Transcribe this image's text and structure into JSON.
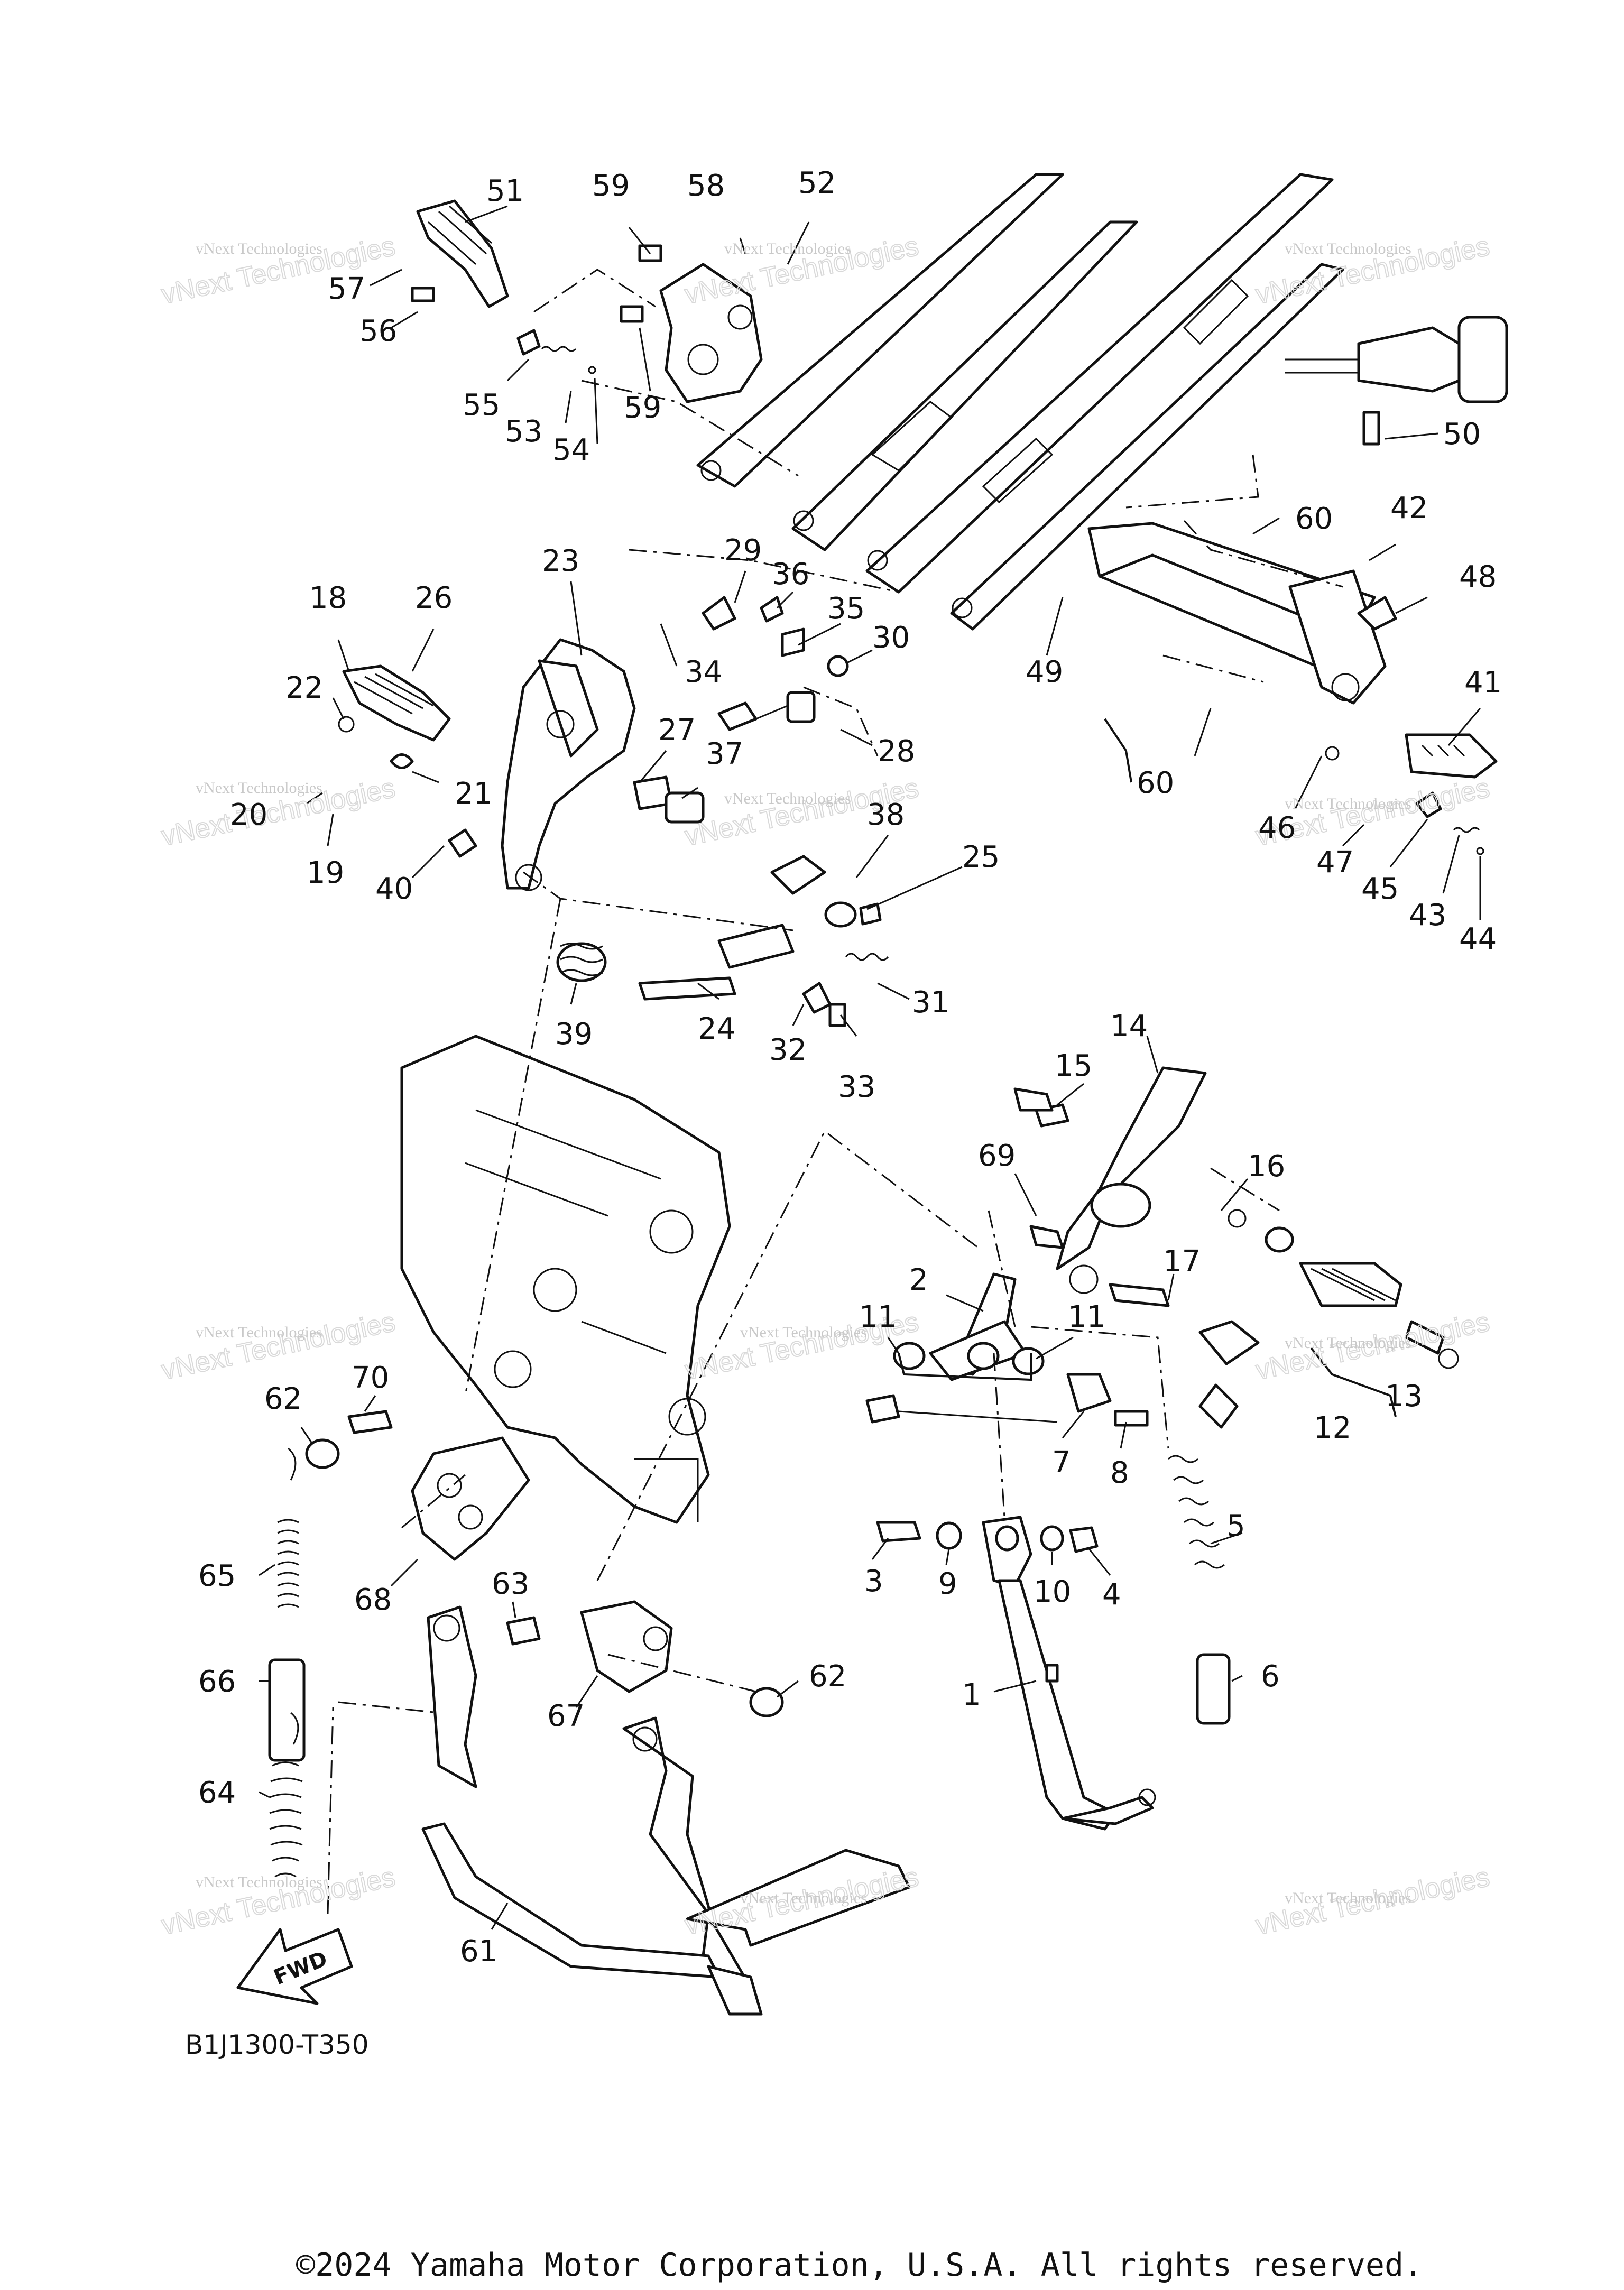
{
  "diagram": {
    "code": "B1J1300-T350",
    "fwd_label": "FWD",
    "watermark_small": "vNext Technologies",
    "watermark_large": "vNext Technologies",
    "copyright": "©2024 Yamaha Motor Corporation, U.S.A. All rights reserved.",
    "callouts": [
      {
        "id": "c51",
        "text": "51"
      },
      {
        "id": "c59a",
        "text": "59"
      },
      {
        "id": "c58",
        "text": "58"
      },
      {
        "id": "c52",
        "text": "52"
      },
      {
        "id": "c57",
        "text": "57"
      },
      {
        "id": "c56",
        "text": "56"
      },
      {
        "id": "c55",
        "text": "55"
      },
      {
        "id": "c53",
        "text": "53"
      },
      {
        "id": "c54",
        "text": "54"
      },
      {
        "id": "c59b",
        "text": "59"
      },
      {
        "id": "c50",
        "text": "50"
      },
      {
        "id": "c60a",
        "text": "60"
      },
      {
        "id": "c42",
        "text": "42"
      },
      {
        "id": "c48",
        "text": "48"
      },
      {
        "id": "c49",
        "text": "49"
      },
      {
        "id": "c60b",
        "text": "60"
      },
      {
        "id": "c41",
        "text": "41"
      },
      {
        "id": "c46",
        "text": "46"
      },
      {
        "id": "c47",
        "text": "47"
      },
      {
        "id": "c45",
        "text": "45"
      },
      {
        "id": "c43",
        "text": "43"
      },
      {
        "id": "c44",
        "text": "44"
      },
      {
        "id": "c23",
        "text": "23"
      },
      {
        "id": "c29",
        "text": "29"
      },
      {
        "id": "c36",
        "text": "36"
      },
      {
        "id": "c35",
        "text": "35"
      },
      {
        "id": "c30",
        "text": "30"
      },
      {
        "id": "c34",
        "text": "34"
      },
      {
        "id": "c18",
        "text": "18"
      },
      {
        "id": "c26",
        "text": "26"
      },
      {
        "id": "c22",
        "text": "22"
      },
      {
        "id": "c27",
        "text": "27"
      },
      {
        "id": "c28",
        "text": "28"
      },
      {
        "id": "c37",
        "text": "37"
      },
      {
        "id": "c21",
        "text": "21"
      },
      {
        "id": "c20",
        "text": "20"
      },
      {
        "id": "c19",
        "text": "19"
      },
      {
        "id": "c40",
        "text": "40"
      },
      {
        "id": "c38",
        "text": "38"
      },
      {
        "id": "c25",
        "text": "25"
      },
      {
        "id": "c39",
        "text": "39"
      },
      {
        "id": "c24",
        "text": "24"
      },
      {
        "id": "c31",
        "text": "31"
      },
      {
        "id": "c32",
        "text": "32"
      },
      {
        "id": "c33",
        "text": "33"
      },
      {
        "id": "c14",
        "text": "14"
      },
      {
        "id": "c15",
        "text": "15"
      },
      {
        "id": "c69",
        "text": "69"
      },
      {
        "id": "c16",
        "text": "16"
      },
      {
        "id": "c2",
        "text": "2"
      },
      {
        "id": "c17",
        "text": "17"
      },
      {
        "id": "c11a",
        "text": "11"
      },
      {
        "id": "c11b",
        "text": "11"
      },
      {
        "id": "c12",
        "text": "12"
      },
      {
        "id": "c13",
        "text": "13"
      },
      {
        "id": "c7",
        "text": "7"
      },
      {
        "id": "c8",
        "text": "8"
      },
      {
        "id": "c5",
        "text": "5"
      },
      {
        "id": "c3",
        "text": "3"
      },
      {
        "id": "c9",
        "text": "9"
      },
      {
        "id": "c10",
        "text": "10"
      },
      {
        "id": "c4",
        "text": "4"
      },
      {
        "id": "c1",
        "text": "1"
      },
      {
        "id": "c6",
        "text": "6"
      },
      {
        "id": "c62a",
        "text": "62"
      },
      {
        "id": "c70",
        "text": "70"
      },
      {
        "id": "c65",
        "text": "65"
      },
      {
        "id": "c68",
        "text": "68"
      },
      {
        "id": "c63",
        "text": "63"
      },
      {
        "id": "c66",
        "text": "66"
      },
      {
        "id": "c67",
        "text": "67"
      },
      {
        "id": "c62b",
        "text": "62"
      },
      {
        "id": "c64",
        "text": "64"
      },
      {
        "id": "c61",
        "text": "61"
      }
    ]
  }
}
